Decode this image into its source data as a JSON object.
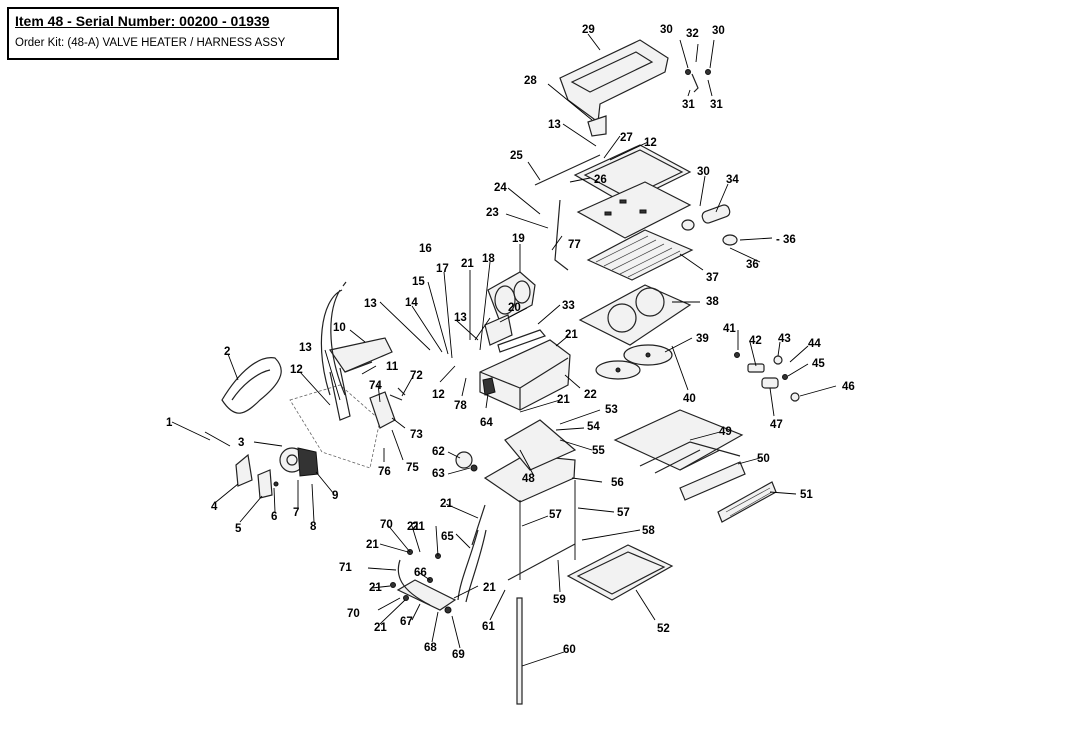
{
  "header": {
    "title": "Item 48 - Serial Number: 00200 - 01939",
    "subtitle": "Order Kit: (48-A) VALVE HEATER / HARNESS ASSY"
  },
  "callouts": {
    "n1": "1",
    "n2": "2",
    "n3": "3",
    "n4": "4",
    "n5": "5",
    "n6": "6",
    "n7": "7",
    "n8": "8",
    "n9": "9",
    "n10": "10",
    "n11": "11",
    "n12a": "12",
    "n12b": "12",
    "n12c": "12",
    "n13a": "13",
    "n13b": "13",
    "n13c": "13",
    "n13d": "13",
    "n14": "14",
    "n15": "15",
    "n16": "16",
    "n17": "17",
    "n18": "18",
    "n19": "19",
    "n20": "20",
    "n21a": "21",
    "n21b": "21",
    "n21c": "21",
    "n21d": "21",
    "n21e": "21",
    "n21f": "21",
    "n21g": "21",
    "n21h": "21",
    "n21i": "21",
    "n21j": "21",
    "n22": "22",
    "n23": "23",
    "n24": "24",
    "n25": "25",
    "n26": "26",
    "n27": "27",
    "n28": "28",
    "n29": "29",
    "n30a": "30",
    "n30b": "30",
    "n30c": "30",
    "n31a": "31",
    "n31b": "31",
    "n32": "32",
    "n33": "33",
    "n34": "34",
    "n36a": "- 36",
    "n36b": "36",
    "n37": "37",
    "n38": "38",
    "n39": "39",
    "n40": "40",
    "n41": "41",
    "n42": "42",
    "n43": "43",
    "n44": "44",
    "n45": "45",
    "n46": "46",
    "n47": "47",
    "n48": "48",
    "n49": "49",
    "n50": "50",
    "n51": "51",
    "n52": "52",
    "n53": "53",
    "n54": "54",
    "n55": "55",
    "n56": "56",
    "n57a": "57",
    "n57b": "57",
    "n58": "58",
    "n59": "59",
    "n60": "60",
    "n61": "61",
    "n62": "62",
    "n63": "63",
    "n64": "64",
    "n65": "65",
    "n66": "66",
    "n67": "67",
    "n68": "68",
    "n69": "69",
    "n70a": "70",
    "n70b": "70",
    "n71": "71",
    "n72": "72",
    "n73": "73",
    "n74": "74",
    "n75": "75",
    "n76": "76",
    "n77": "77",
    "n78": "78"
  }
}
